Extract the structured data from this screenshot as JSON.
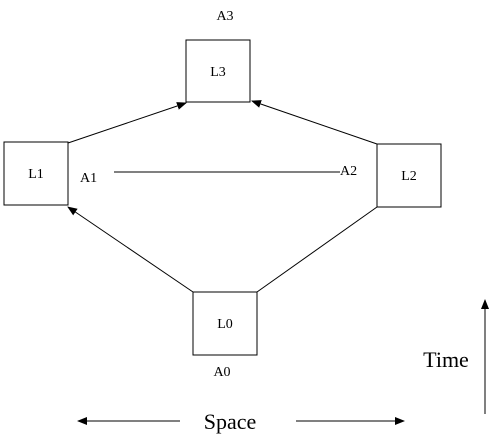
{
  "nodes": {
    "l0": "L0",
    "l1": "L1",
    "l2": "L2",
    "l3": "L3"
  },
  "labels": {
    "a0": "A0",
    "a1": "A1",
    "a2": "A2",
    "a3": "A3",
    "space": "Space",
    "time": "Time"
  },
  "colors": {
    "stroke": "#000000",
    "background": "#ffffff"
  }
}
